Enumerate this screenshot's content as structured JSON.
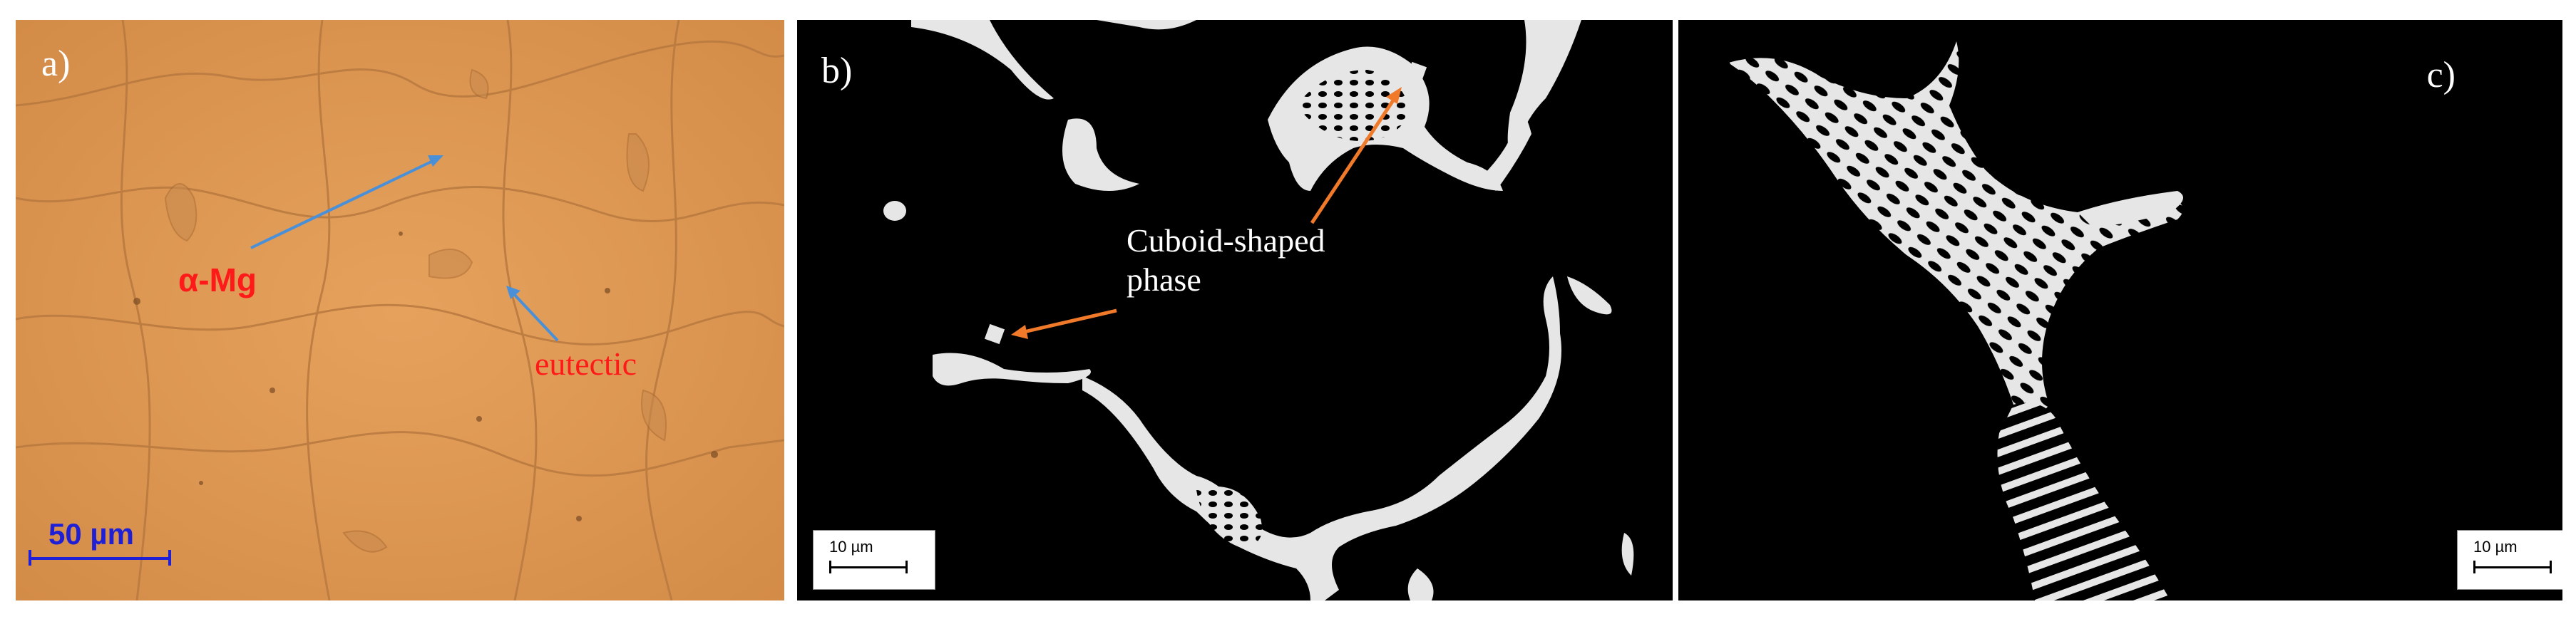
{
  "panels": {
    "a": {
      "label": "a)",
      "scale_bar": "50 µm",
      "annotations": {
        "alpha_mg": "α-Mg",
        "eutectic": "eutectic"
      }
    },
    "b": {
      "label": "b)",
      "scale_bar": "10 µm",
      "annotations": {
        "cuboid_line1": "Cuboid-shaped",
        "cuboid_line2": "phase"
      }
    },
    "c": {
      "label": "c)",
      "scale_bar": "10 µm"
    }
  },
  "colors": {
    "panel_a_background": "#e09a55",
    "grain_boundary": "#b8793f",
    "arrow_blue": "#4a90d9",
    "arrow_orange": "#f07a2a",
    "annotation_red": "#ff1a1a",
    "scale_blue": "#1f1fd6",
    "sem_phase": "#e6e6e6"
  }
}
